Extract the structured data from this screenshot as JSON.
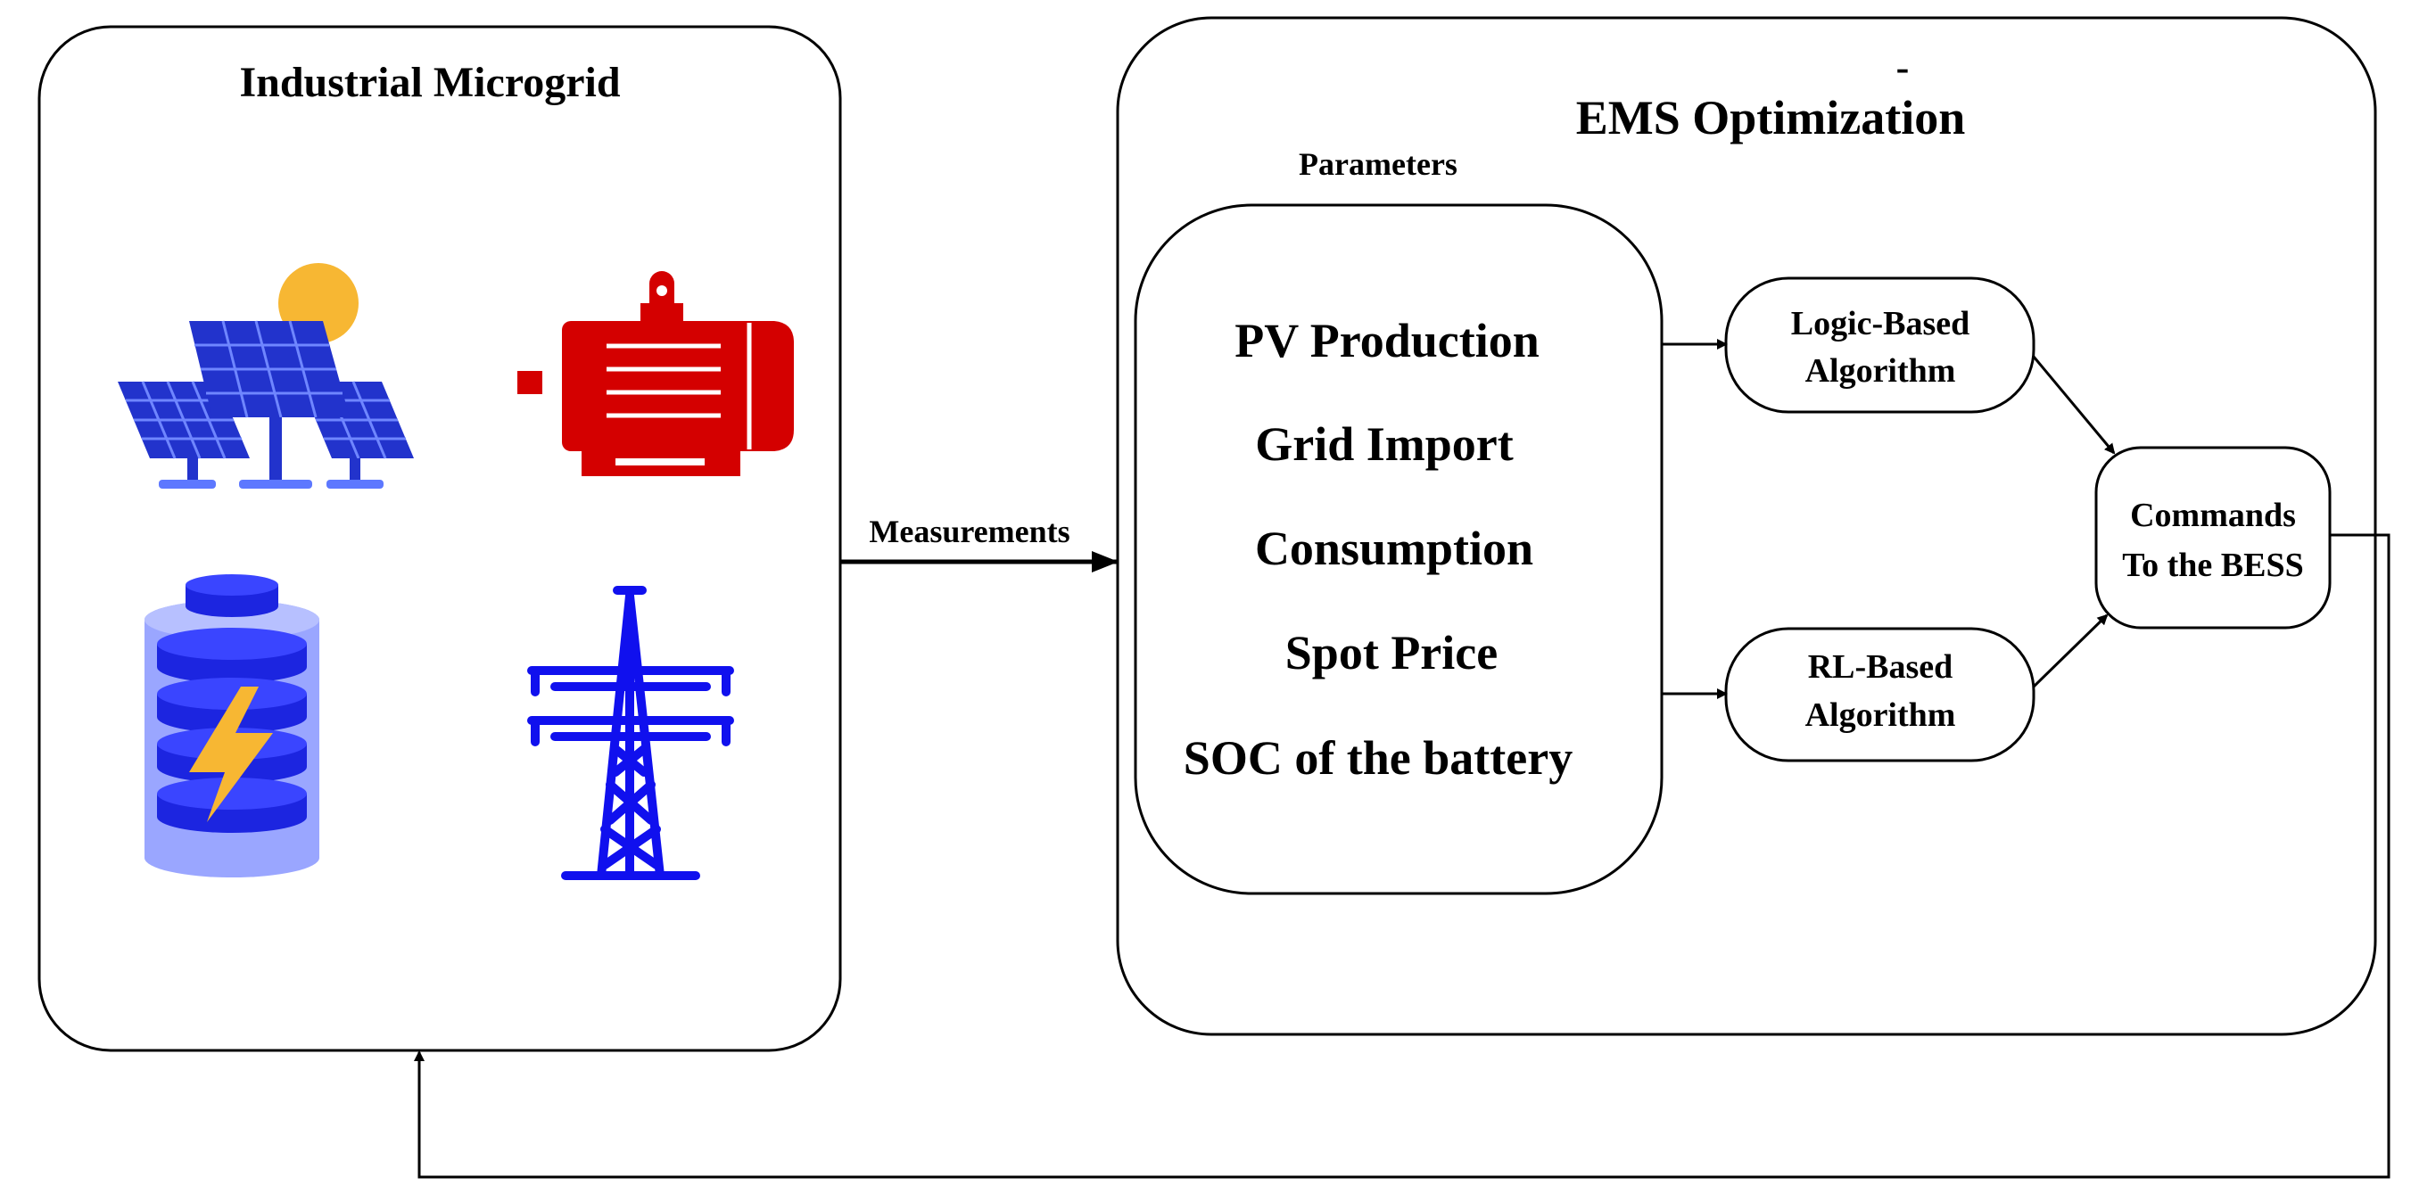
{
  "microgrid": {
    "title": "Industrial Microgrid",
    "icons": [
      "solar-panel-icon",
      "electric-motor-icon",
      "battery-icon",
      "transmission-tower-icon"
    ]
  },
  "link": {
    "measurements_label": "Measurements"
  },
  "ems": {
    "dash": "-",
    "title": "EMS Optimization",
    "parameters_label": "Parameters",
    "parameters": [
      "PV Production",
      "Grid Import",
      "Consumption",
      "Spot Price",
      "SOC of the battery"
    ],
    "logic_algorithm": [
      "Logic-Based",
      "Algorithm"
    ],
    "rl_algorithm": [
      "RL-Based",
      "Algorithm"
    ],
    "commands": [
      "Commands",
      "To the BESS"
    ]
  },
  "colors": {
    "panel_blue": "#2233cc",
    "cell_blue": "#1a2bff",
    "sun": "#f7b733",
    "motor_red": "#d40000",
    "battery_light": "#9aa6ff",
    "battery_dark": "#1c25e0",
    "tower_blue": "#1010ee"
  }
}
